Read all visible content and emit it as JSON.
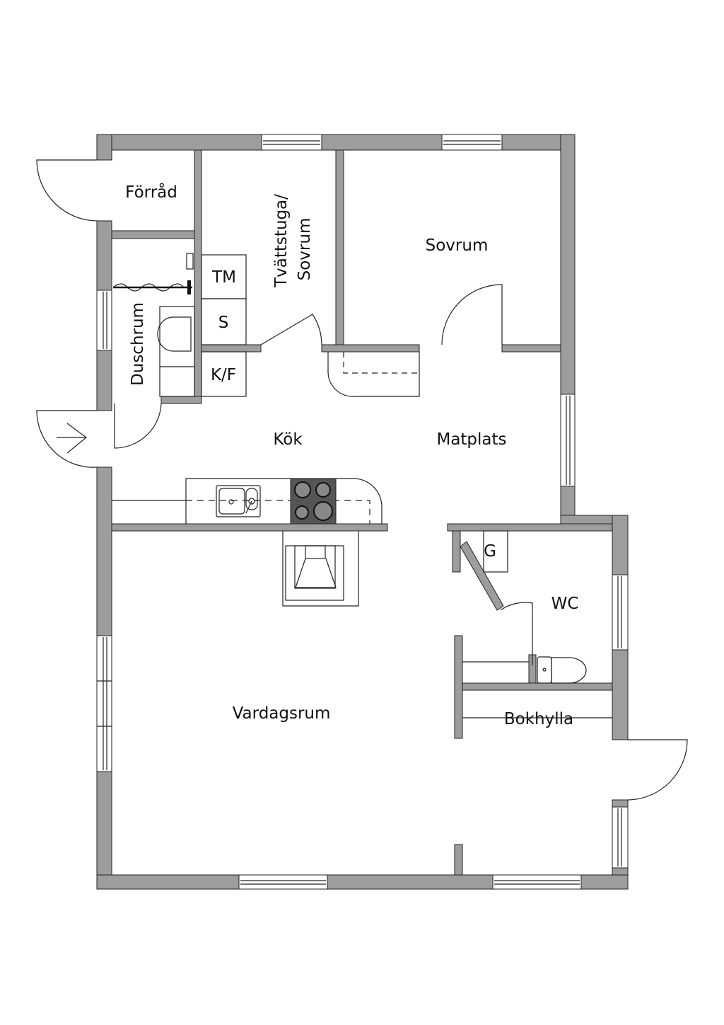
{
  "rooms": {
    "forrad": "Förråd",
    "tvattstuga_line1": "Tvättstuga/",
    "tvattstuga_line2": "Sovrum",
    "sovrum": "Sovrum",
    "duschrum": "Duschrum",
    "kok": "Kök",
    "matplats": "Matplats",
    "vardagsrum": "Vardagsrum",
    "wc": "WC",
    "bokhylla": "Bokhylla"
  },
  "fixtures": {
    "tm": "TM",
    "s": "S",
    "kf": "K/F",
    "g": "G"
  },
  "colors": {
    "wall": "#9d9d9d",
    "stove": "#555555",
    "line": "#222222"
  }
}
